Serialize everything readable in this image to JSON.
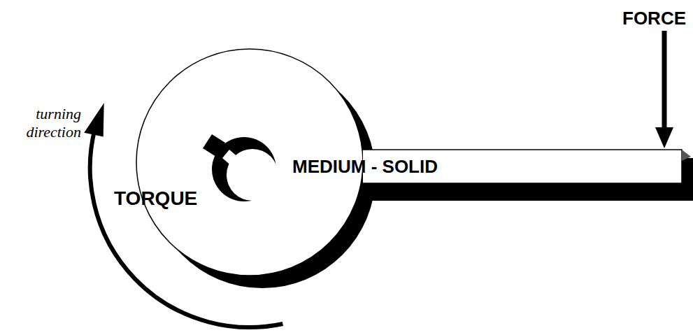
{
  "diagram": {
    "nodes": [
      {
        "text": [
          "TORQUE"
        ]
      },
      {
        "text": [
          "MEDIUM - SOLID"
        ]
      }
    ],
    "labels": [
      "FORCE",
      "turning direction"
    ]
  }
}
